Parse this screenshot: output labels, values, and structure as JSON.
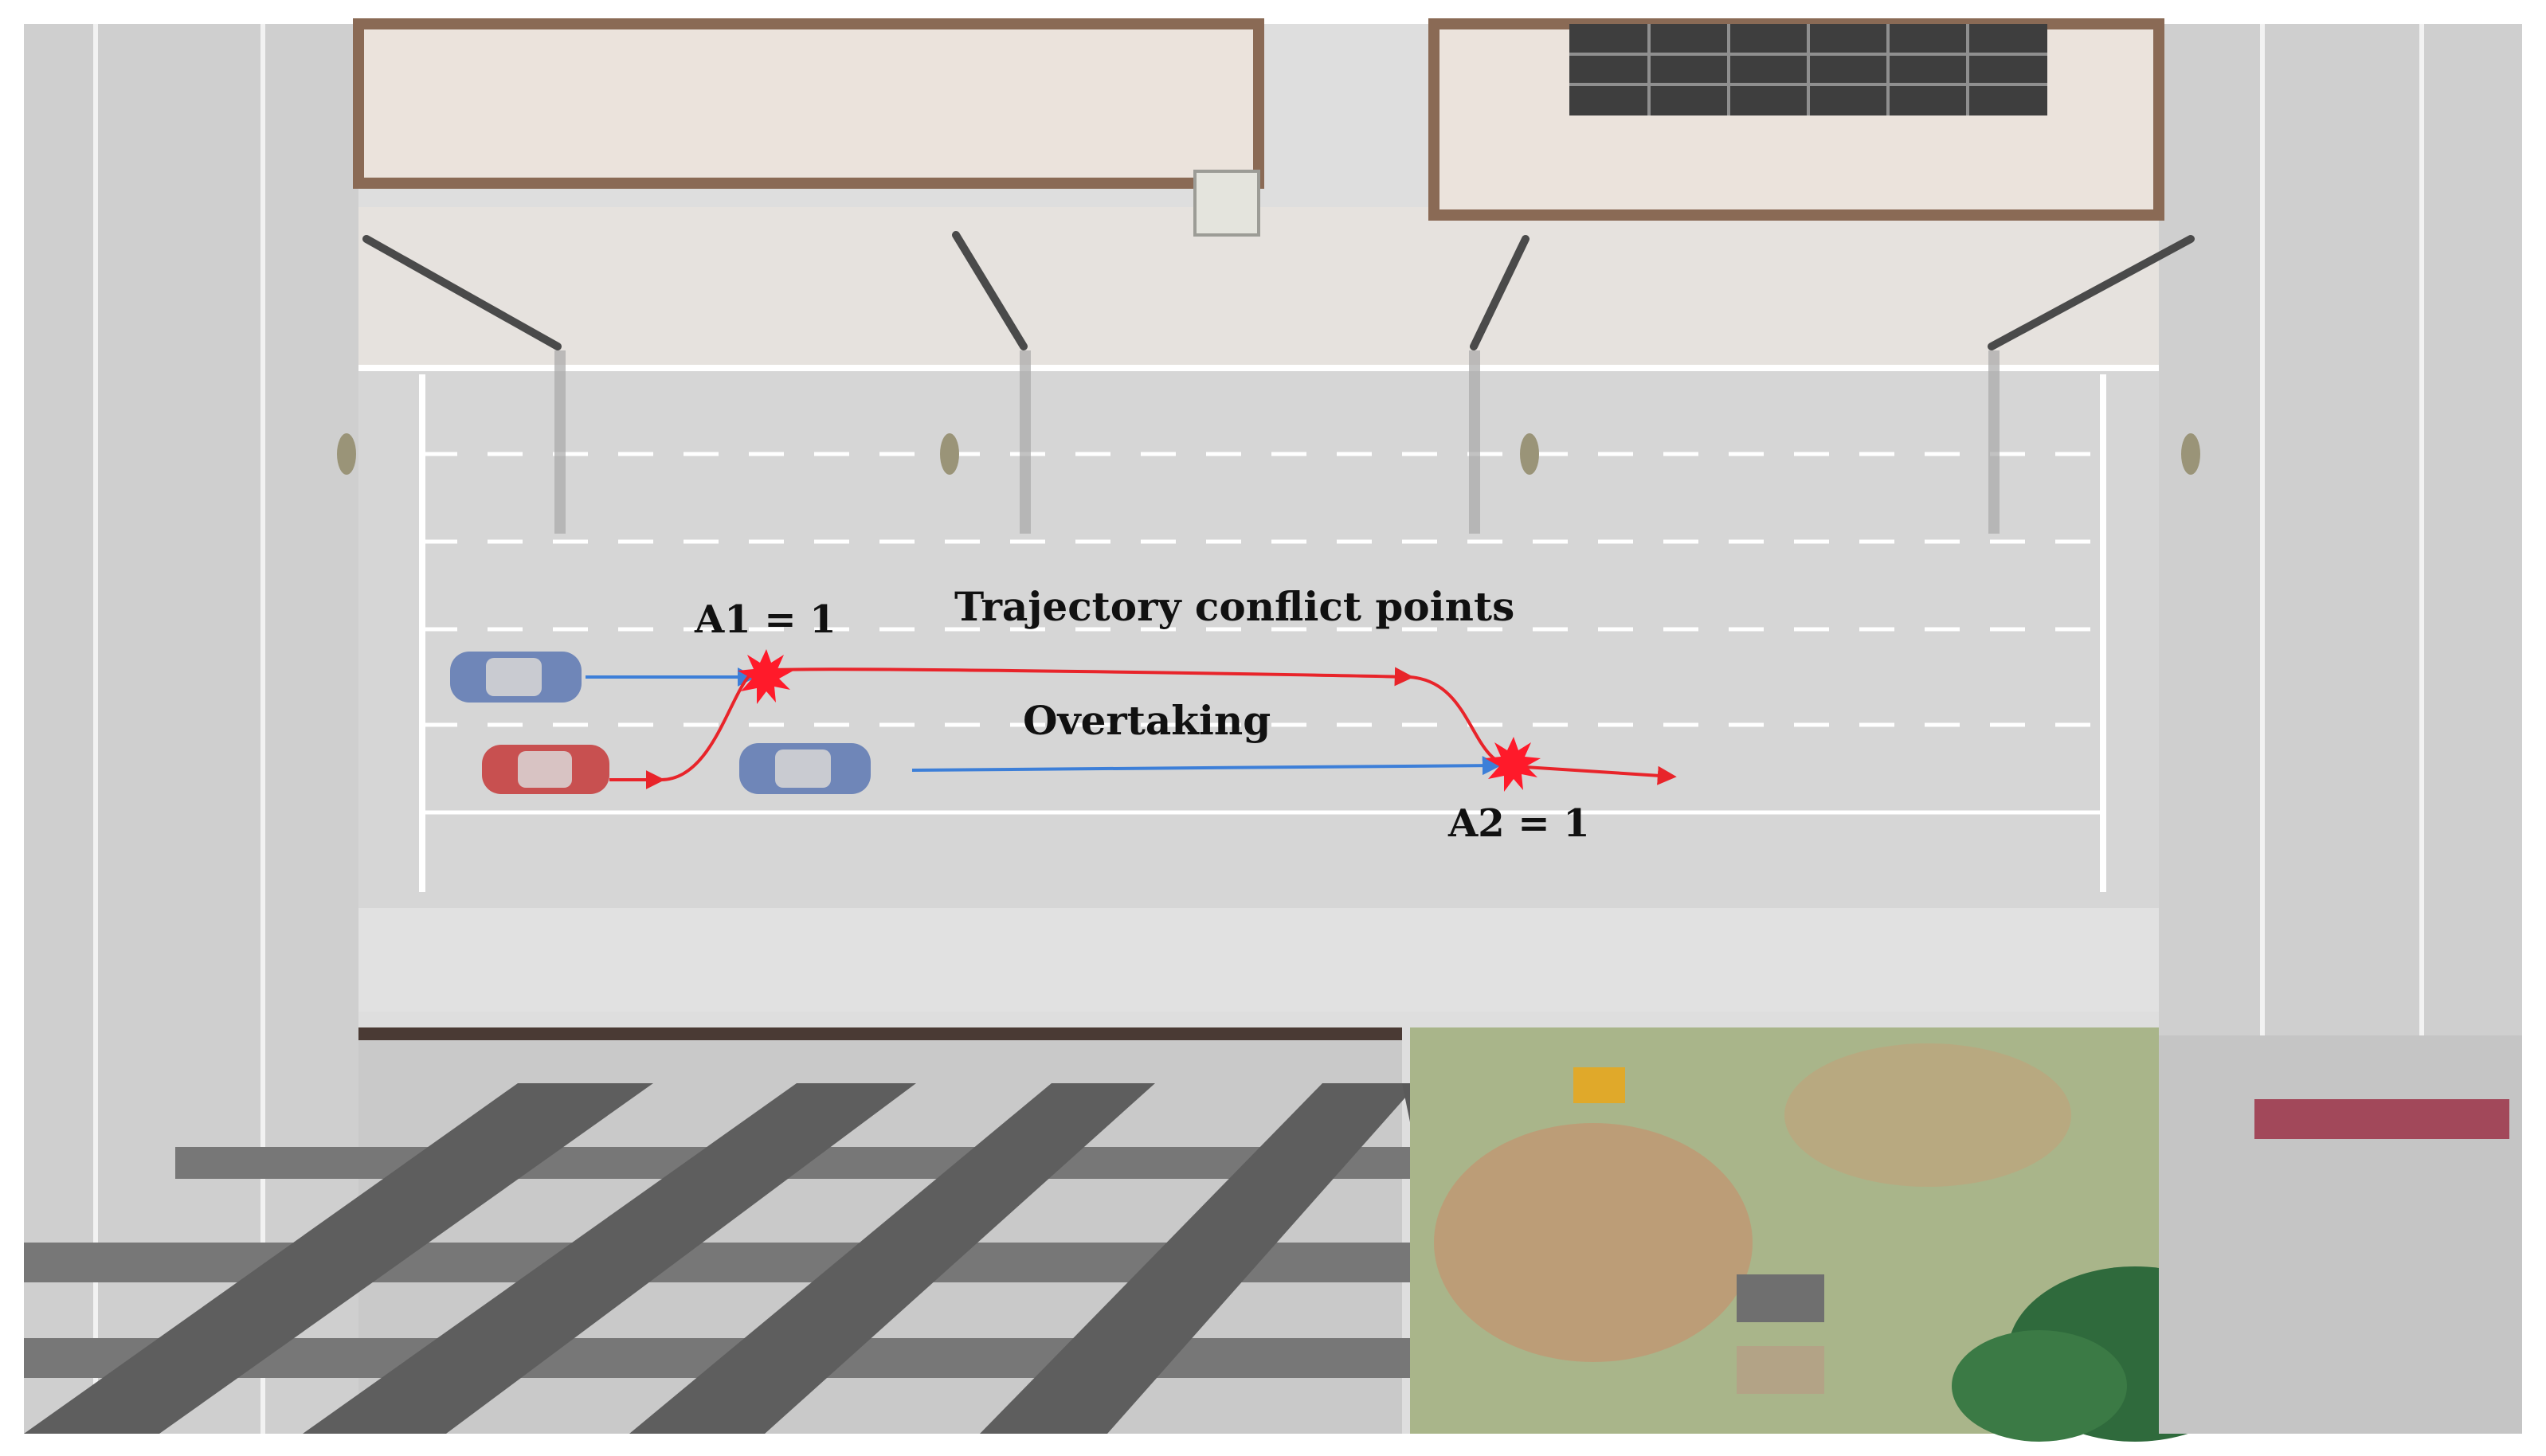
{
  "annotations": {
    "title": "Trajectory conflict points",
    "overtaking": "Overtaking",
    "conflict_a1": "A1 = 1",
    "conflict_a2": "A2 = 1"
  },
  "colors": {
    "ego_trajectory": "#e8242a",
    "other_trajectory": "#3d7fd8",
    "conflict_marker": "#ff1a2a",
    "road": "#d6d6d6",
    "lane_marking": "#ffffff",
    "red_car": "#c85050",
    "blue_car": "#6f86b8"
  }
}
